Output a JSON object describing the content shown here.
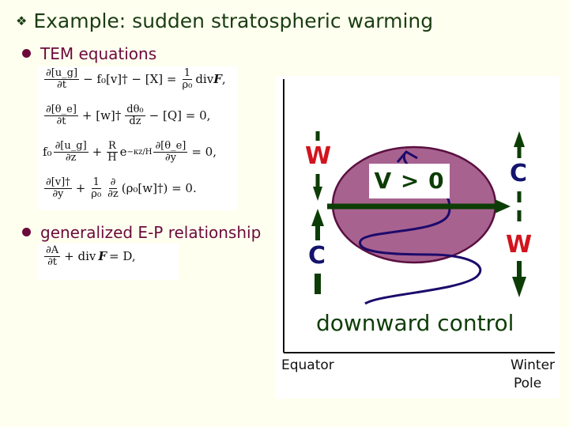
{
  "title": "Example: sudden stratospheric warming",
  "bullets": {
    "tem": "TEM equations",
    "ep": "generalized E-P relationship"
  },
  "equations": {
    "eq1": {
      "f1n": "∂[u_g]",
      "f1d": "∂t",
      "t1": "− f₀[v]† − [X] =",
      "f2n": "1",
      "f2d": "ρ₀",
      "t2": "div",
      "t3": "F",
      "t4": ","
    },
    "eq2": {
      "f1n": "∂[θ_e]",
      "f1d": "∂t",
      "t1": "+ [w]†",
      "f2n": "dθ₀",
      "f2d": "dz",
      "t2": "− [Q] = 0,"
    },
    "eq3": {
      "t0": "f₀",
      "f1n": "∂[u_g]",
      "f1d": "∂z",
      "t1": "+",
      "f2n": "R",
      "f2d": "H",
      "t2": "e",
      "t2sup": "−κz/H",
      "f3n": "∂[θ_e]",
      "f3d": "∂y",
      "t3": "= 0,"
    },
    "eq4": {
      "f1n": "∂[v]†",
      "f1d": "∂y",
      "t1": "+",
      "f2n": "1",
      "f2d": "ρ₀",
      "f3n": "∂",
      "f3d": "∂z",
      "t2": "(ρ₀[w]†) = 0."
    },
    "eq5": {
      "f1n": "∂A",
      "f1d": "∂t",
      "t1": "+ div",
      "t2": "F",
      "t3": "= D,"
    }
  },
  "diagram": {
    "left_top_label": "W",
    "left_bottom_label": "C",
    "right_top_label": "C",
    "right_bottom_label": "W",
    "v_label": "V > 0",
    "caption": "downward control",
    "x_left_label": "Equator",
    "x_right_label_line1": "Winter",
    "x_right_label_line2": "Pole",
    "colors": {
      "arrow": "#0d3d06",
      "ellipse_fill": "#a86290",
      "ellipse_stroke": "#5a1040",
      "wave": "#1c0a6b",
      "warm": "#d2141e",
      "cold": "#14146e",
      "caption": "#0d3d06"
    }
  }
}
